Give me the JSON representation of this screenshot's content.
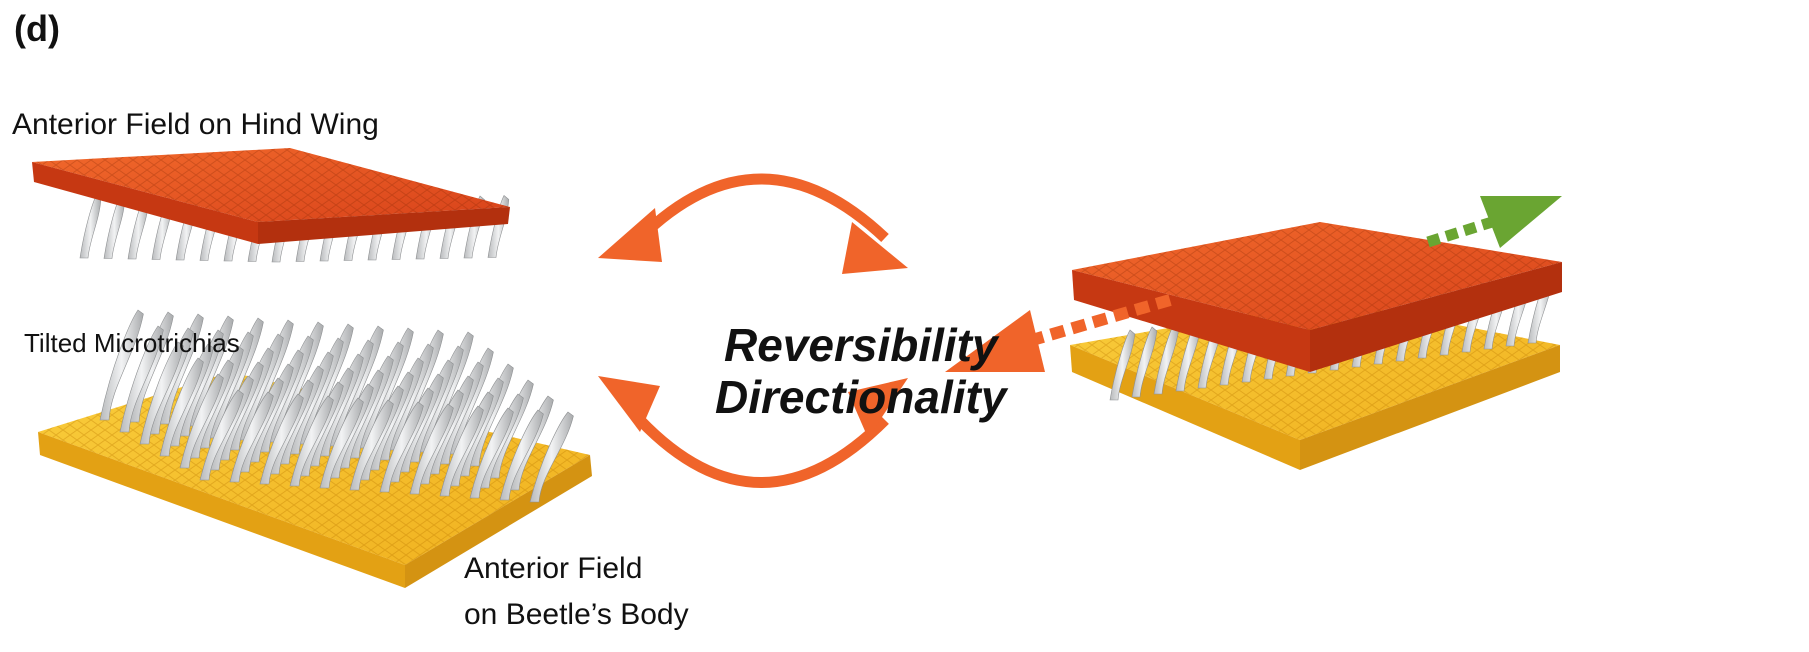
{
  "figure": {
    "panel_label": "(d)",
    "labels": {
      "hind_wing": "Anterior Field on Hind Wing",
      "microtrichia": "Tilted Microtrichias",
      "body_line1": "Anterior Field",
      "body_line2": "on Beetle’s Body"
    },
    "center_text": {
      "line1": "Reversibility",
      "line2": "Directionality"
    },
    "colors": {
      "wing_orange": "#e8501e",
      "body_yellow": "#f5c02a",
      "arrow_orange": "#f0642a",
      "arrow_green": "#6aa532",
      "hair_gray": "#d9dadb"
    }
  }
}
